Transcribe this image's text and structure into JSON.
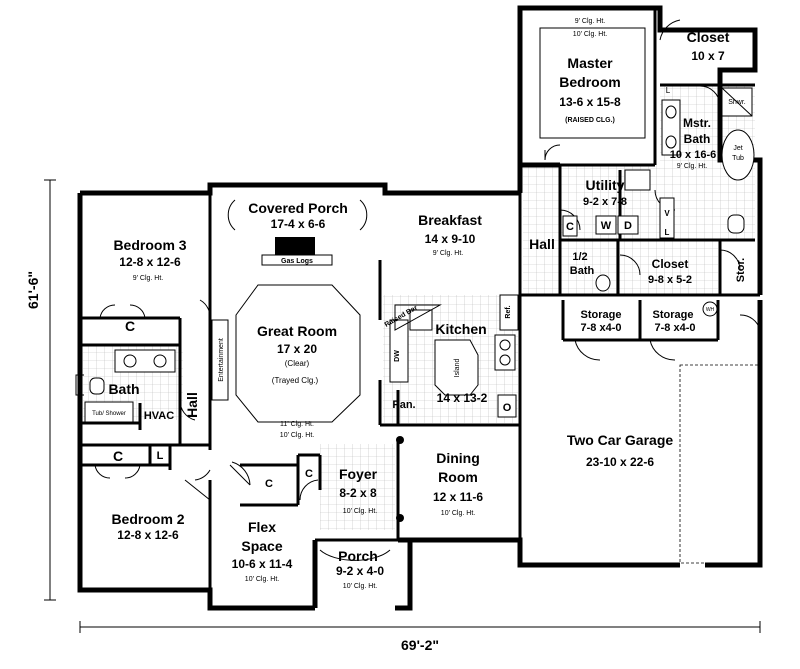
{
  "dimensions": {
    "height": "61'-6\"",
    "width": "69'-2\""
  },
  "rooms": {
    "master_bedroom": {
      "name1": "Master",
      "name2": "Bedroom",
      "size": "13-6 x 15-8",
      "note": "(RAISED CLG.)",
      "clg1": "9' Clg. Ht.",
      "clg2": "10' Clg. Ht."
    },
    "closet_master": {
      "name": "Closet",
      "size": "10 x 7"
    },
    "master_bath": {
      "name1": "Mstr.",
      "name2": "Bath",
      "size": "10 x 16-6",
      "clg": "9' Clg. Ht.",
      "shower": "Shwr.",
      "tub1": "Jet",
      "tub2": "Tub",
      "linen": "L"
    },
    "utility": {
      "name": "Utility",
      "size": "9-2 x 7-8",
      "washer": "W",
      "dryer": "D",
      "closet": "C",
      "vent": "V",
      "linen": "L"
    },
    "half_bath": {
      "name1": "1/2",
      "name2": "Bath"
    },
    "closet_hall": {
      "name": "Closet",
      "size": "9-8 x 5-2"
    },
    "storage_right": {
      "name": "Stor."
    },
    "storage1": {
      "name": "Storage",
      "size": "7-8 x4-0"
    },
    "storage2": {
      "name": "Storage",
      "size": "7-8 x4-0",
      "wh": "WH"
    },
    "covered_porch": {
      "name": "Covered Porch",
      "size": "17-4 x 6-6",
      "gas": "Gas Logs"
    },
    "breakfast": {
      "name": "Breakfast",
      "size": "14 x 9-10",
      "clg": "9' Clg. Ht."
    },
    "hall_utility": {
      "name": "Hall"
    },
    "bedroom3": {
      "name": "Bedroom 3",
      "size": "12-8 x 12-6",
      "clg": "9' Clg. Ht."
    },
    "great_room": {
      "name": "Great Room",
      "size": "17 x 20",
      "note1": "(Clear)",
      "note2": "(Trayed Clg.)",
      "clg1": "11' Clg. Ht.",
      "clg2": "10' Clg. Ht.",
      "ent": "Entertainment"
    },
    "kitchen": {
      "name": "Kitchen",
      "size": "14 x 13-2",
      "raised": "Raised Bar",
      "island": "Island",
      "dw": "DW",
      "ref": "Ref.",
      "pan": "Pan.",
      "oven": "O"
    },
    "bath": {
      "name": "Bath",
      "closet": "C",
      "tub": "Tub/ Shower"
    },
    "hvac": {
      "name": "HVAC"
    },
    "hall_left": {
      "name": "Hall",
      "linen": "L"
    },
    "bedroom2": {
      "name": "Bedroom 2",
      "size": "12-8 x 12-6",
      "closet": "C"
    },
    "flex": {
      "name1": "Flex",
      "name2": "Space",
      "size": "10-6 x 11-4",
      "clg": "10' Clg. Ht.",
      "closet": "C"
    },
    "foyer": {
      "name": "Foyer",
      "size": "8-2 x 8",
      "clg": "10' Clg. Ht.",
      "closet": "C"
    },
    "dining": {
      "name1": "Dining",
      "name2": "Room",
      "size": "12 x 11-6",
      "clg": "10' Clg. Ht."
    },
    "porch": {
      "name": "Porch",
      "size": "9-2 x 4-0",
      "clg": "10' Clg. Ht."
    },
    "garage": {
      "name": "Two Car Garage",
      "size": "23-10 x 22-6"
    }
  }
}
